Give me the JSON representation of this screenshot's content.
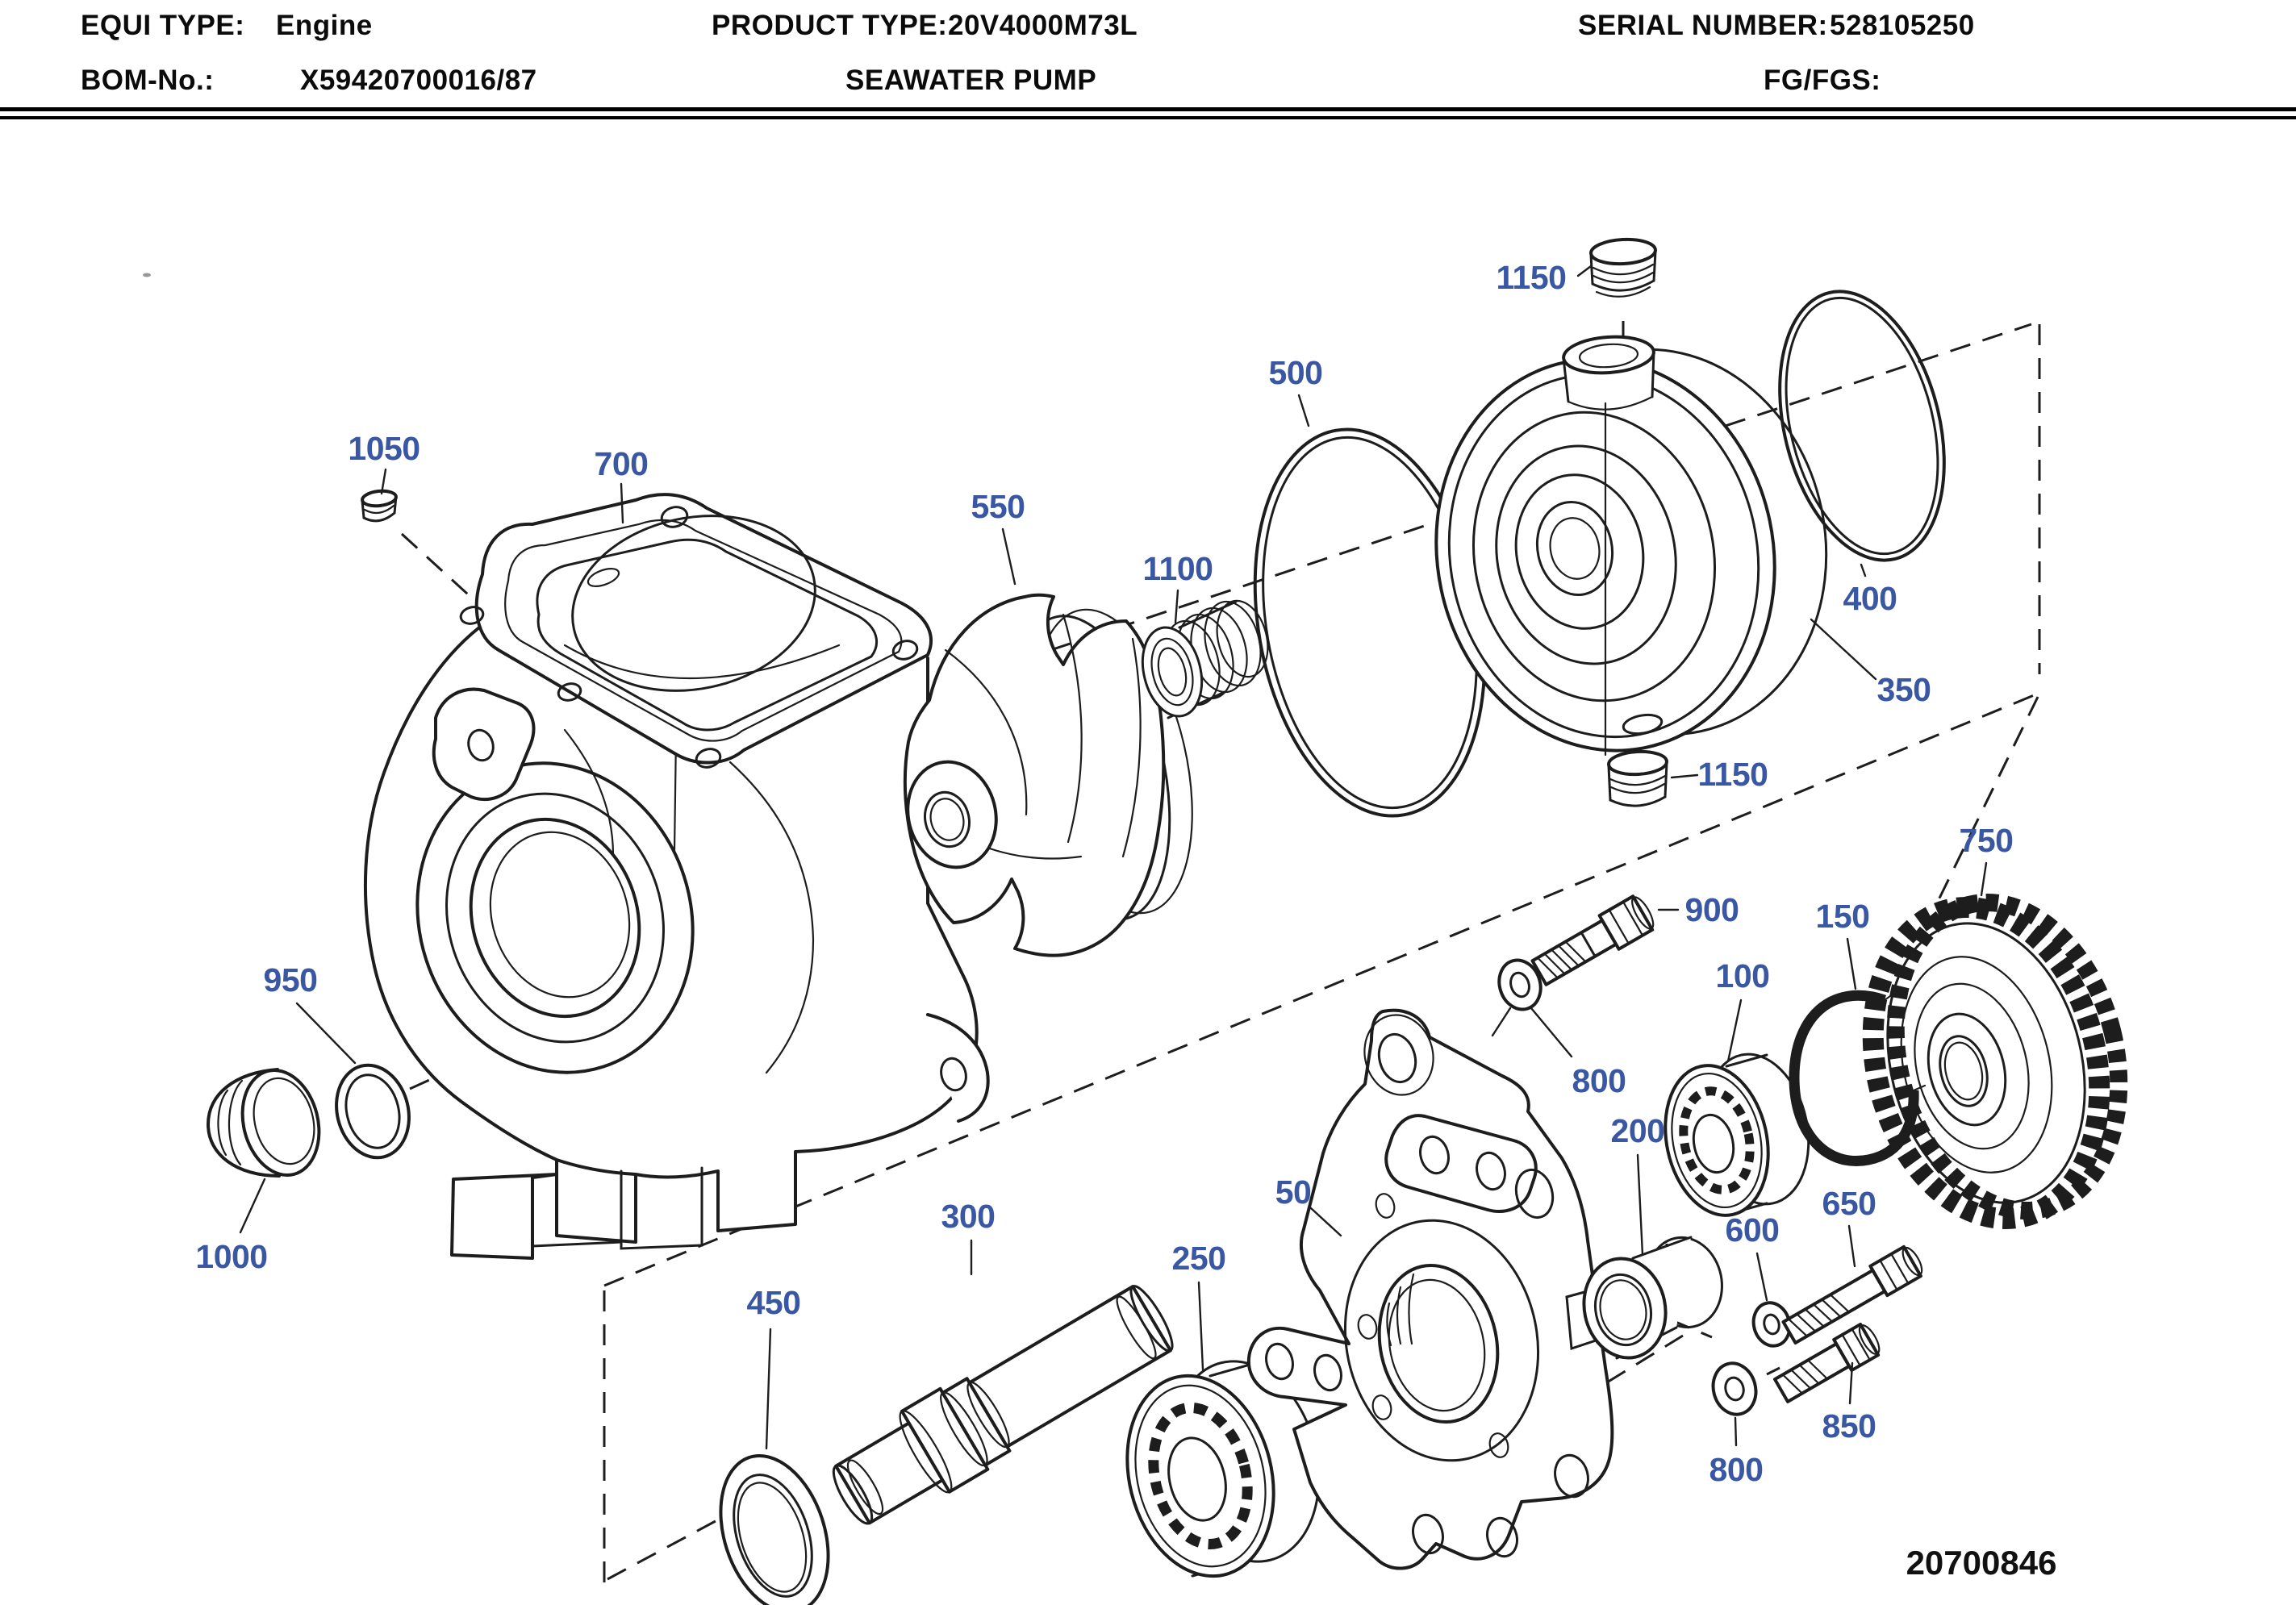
{
  "header": {
    "equi_type_label": "EQUI TYPE:",
    "equi_type_value": "Engine",
    "product_type_label": "PRODUCT TYPE:",
    "product_type_value": "20V4000M73L",
    "serial_number_label": "SERIAL NUMBER:",
    "serial_number_value": "528105250",
    "bom_label": "BOM-No.:",
    "bom_value": "X59420700016/87",
    "product_name": "SEAWATER PUMP",
    "fg_fgs_label": "FG/FGS:"
  },
  "drawing": {
    "drawing_number": "20700846",
    "colors": {
      "label_blue": "#3a57a3",
      "line_black": "#1d1d1d",
      "background": "#ffffff"
    },
    "part_labels": [
      {
        "label": "1050"
      },
      {
        "label": "700"
      },
      {
        "label": "550"
      },
      {
        "label": "1100"
      },
      {
        "label": "500"
      },
      {
        "label": "1150"
      },
      {
        "label": "400"
      },
      {
        "label": "350"
      },
      {
        "label": "1150"
      },
      {
        "label": "750"
      },
      {
        "label": "900"
      },
      {
        "label": "800"
      },
      {
        "label": "200"
      },
      {
        "label": "100"
      },
      {
        "label": "150"
      },
      {
        "label": "50"
      },
      {
        "label": "950"
      },
      {
        "label": "1000"
      },
      {
        "label": "250"
      },
      {
        "label": "300"
      },
      {
        "label": "450"
      },
      {
        "label": "650"
      },
      {
        "label": "600"
      },
      {
        "label": "850"
      },
      {
        "label": "800"
      }
    ]
  }
}
